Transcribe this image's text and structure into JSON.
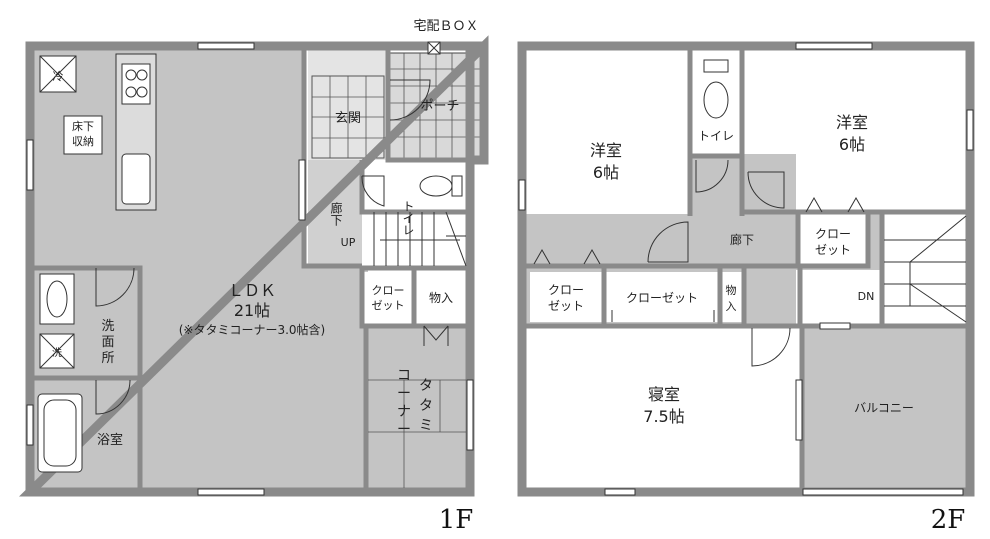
{
  "floors": [
    {
      "name": "1F",
      "rooms": {
        "ldk": "ＬＤＫ",
        "ldk_size": "21帖",
        "ldk_note": "(※タタミコーナー3.0帖含)",
        "genkan": "玄関",
        "porch": "ポーチ",
        "toilet": "トイレ",
        "hallway": "廊下",
        "up": "UP",
        "closet": [
          "クロー",
          "ゼット"
        ],
        "storage": "物入",
        "washroom": [
          "洗",
          "面",
          "所"
        ],
        "bath": "浴室",
        "tatami": [
          "タ",
          "タ",
          "ミ"
        ],
        "corner": [
          "コ",
          "ー",
          "ナ",
          "ー"
        ],
        "underfloor": [
          "床下",
          "収納"
        ],
        "fridge": "冷",
        "washer": "洗"
      }
    },
    {
      "name": "2F",
      "rooms": {
        "western_left": [
          "洋室",
          "6帖"
        ],
        "western_right": [
          "洋室",
          "6帖"
        ],
        "toilet": "トイレ",
        "hallway": "廊下",
        "closet_right": [
          "クロー",
          "ゼット"
        ],
        "closet_left": [
          "クロー",
          "ゼット"
        ],
        "closet_long": "クローゼット",
        "storage": [
          "物",
          "入"
        ],
        "dn": "DN",
        "bedroom": [
          "寝室",
          "7.5帖"
        ],
        "balcony": "バルコニー"
      }
    }
  ],
  "labels": {
    "delivery_box": "宅配ＢＯＸ"
  }
}
